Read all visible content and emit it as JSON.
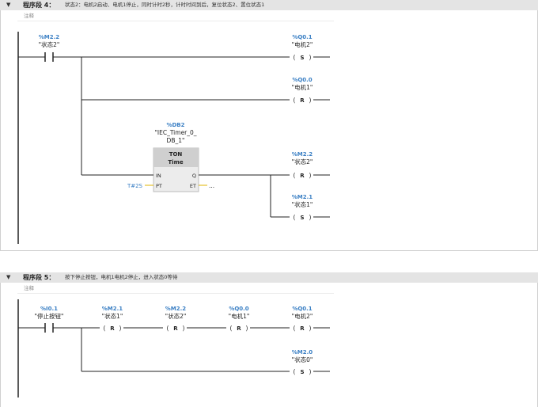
{
  "network4": {
    "toggle_icon": "triangle-down-icon",
    "title": "程序段 4：",
    "description": "状态2：电机2启动、电机1停止，同时计时2秒，计时时间到后，复位状态2、置位状态1",
    "comment": "注释",
    "contact": {
      "address": "%M2.2",
      "symbol": "\"状态2\""
    },
    "coils": [
      {
        "address": "%Q0.1",
        "symbol": "\"电机2\"",
        "type": "S"
      },
      {
        "address": "%Q0.0",
        "symbol": "\"电机1\"",
        "type": "R"
      },
      {
        "address": "%M2.2",
        "symbol": "\"状态2\"",
        "type": "R"
      },
      {
        "address": "%M2.1",
        "symbol": "\"状态1\"",
        "type": "S"
      }
    ],
    "timer": {
      "db_address": "%DB2",
      "db_symbol_line1": "\"IEC_Timer_0_",
      "db_symbol_line2": "DB_1\"",
      "type": "TON",
      "subtype": "Time",
      "pin_in": "IN",
      "pin_q": "Q",
      "pin_pt": "PT",
      "pin_et": "ET",
      "pt_value": "T#2S",
      "et_value": "..."
    }
  },
  "network5": {
    "toggle_icon": "triangle-down-icon",
    "title": "程序段 5：",
    "description": "按下停止按钮，电机1电机2停止，进入状态0等待",
    "comment": "注释",
    "contact": {
      "address": "%I0.1",
      "symbol": "\"停止按钮\""
    },
    "coils": [
      {
        "address": "%M2.1",
        "symbol": "\"状态1\"",
        "type": "R"
      },
      {
        "address": "%M2.2",
        "symbol": "\"状态2\"",
        "type": "R"
      },
      {
        "address": "%Q0.0",
        "symbol": "\"电机1\"",
        "type": "R"
      },
      {
        "address": "%Q0.1",
        "symbol": "\"电机2\"",
        "type": "R"
      },
      {
        "address": "%M2.0",
        "symbol": "\"状态0\"",
        "type": "S"
      }
    ]
  },
  "colors": {
    "address": "#3a7fc4",
    "header_bg": "#e4e4e4",
    "box_header": "#cfcfcf",
    "pin_line": "#e0b400"
  }
}
